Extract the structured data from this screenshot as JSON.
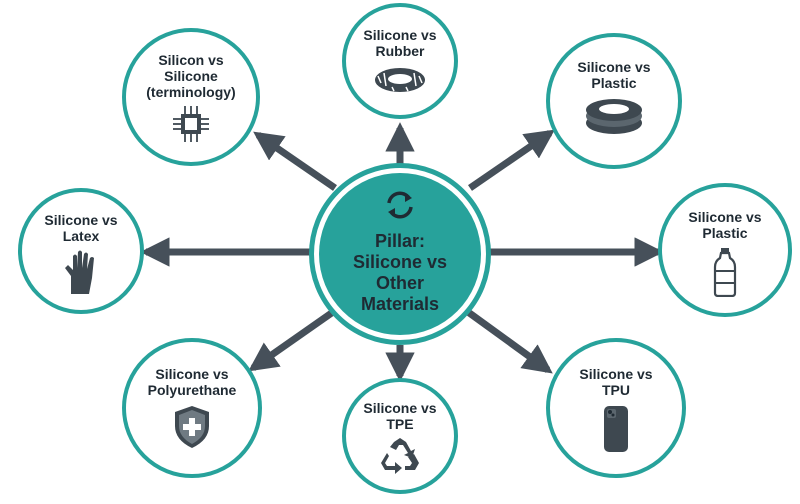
{
  "colors": {
    "accent": "#27a29b",
    "arrow": "#46505a",
    "icon": "#3e4850",
    "text": "#1f2a33"
  },
  "center": {
    "title_line1": "Pillar:",
    "title_line2": "Silicone vs",
    "title_line3": "Other",
    "title_line4": "Materials",
    "icon": "sync-arrows-icon"
  },
  "nodes": {
    "rubber": {
      "line1": "Silicone vs",
      "line2": "Rubber",
      "icon": "tire-icon"
    },
    "terminology": {
      "line1": "Silicon vs",
      "line2": "Silicone",
      "line3": "(terminology)",
      "icon": "microchip-icon"
    },
    "plastic_top": {
      "line1": "Silicone vs",
      "line2": "Plastic",
      "icon": "ring-stack-icon"
    },
    "latex": {
      "line1": "Silicone vs",
      "line2": "Latex",
      "icon": "glove-icon"
    },
    "plastic_right": {
      "line1": "Silicone vs",
      "line2": "Plastic",
      "icon": "bottle-icon"
    },
    "polyurethane": {
      "line1": "Silicone vs",
      "line2": "Polyurethane",
      "icon": "shield-icon"
    },
    "tpe": {
      "line1": "Silicone vs",
      "line2": "TPE",
      "icon": "recycle-icon"
    },
    "tpu": {
      "line1": "Silicone vs",
      "line2": "TPU",
      "icon": "phone-case-icon"
    }
  }
}
